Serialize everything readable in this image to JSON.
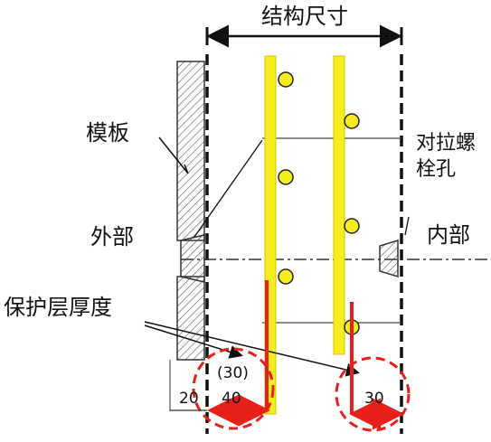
{
  "labels": {
    "structure_size": "结构尺寸",
    "formwork": "模板",
    "tie_bolt_hole_line1": "对拉螺",
    "tie_bolt_hole_line2": "栓孔",
    "outside": "外部",
    "inside": "内部",
    "cover_thickness": "保护层厚度"
  },
  "dimensions": {
    "formwork_width": "20",
    "outer_cover": "40",
    "outer_cover_paren": "(30)",
    "inner_cover": "30"
  },
  "colors": {
    "rebar": "#f7ec1e",
    "bar_tie": "#f7ec1e",
    "highlight": "#e8201a",
    "line": "#111111"
  }
}
